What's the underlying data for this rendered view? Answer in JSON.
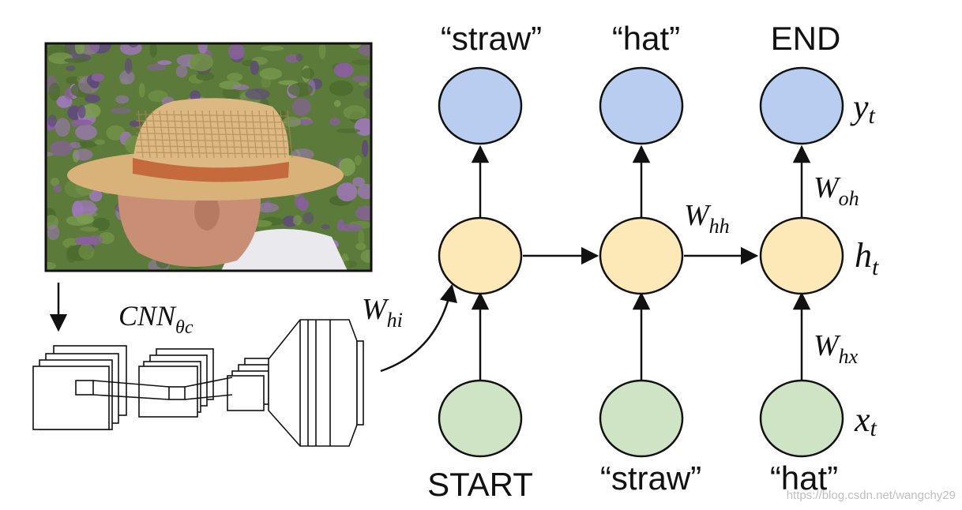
{
  "photo": {
    "description": "man wearing straw hat in front of flowers",
    "colors": {
      "background_green": "#5c7a3a",
      "flower_purple": "#8a5fa0",
      "hat_straw": "#d9b27a",
      "hat_band": "#c46a3c",
      "skin": "#c98f75",
      "shirt": "#e9e9ee"
    }
  },
  "cnn": {
    "label_base": "CNN",
    "label_sub": "θc"
  },
  "rnn": {
    "outputs": [
      "“straw”",
      "“hat”",
      "END"
    ],
    "inputs": [
      "START",
      "“straw”",
      "“hat”"
    ],
    "symbols": {
      "y": "y",
      "y_sub": "t",
      "h": "h",
      "h_sub": "t",
      "x": "x",
      "x_sub": "t"
    },
    "weights": {
      "hi": {
        "base": "W",
        "sub": "hi"
      },
      "hh": {
        "base": "W",
        "sub": "hh"
      },
      "oh": {
        "base": "W",
        "sub": "oh"
      },
      "hx": {
        "base": "W",
        "sub": "hx"
      }
    },
    "colors": {
      "output_node": "#b8cdf0",
      "hidden_node": "#fde8b8",
      "input_node": "#cfe3c5",
      "stroke": "#111111"
    }
  },
  "watermark": "https://blog.csdn.net/wangchy29"
}
